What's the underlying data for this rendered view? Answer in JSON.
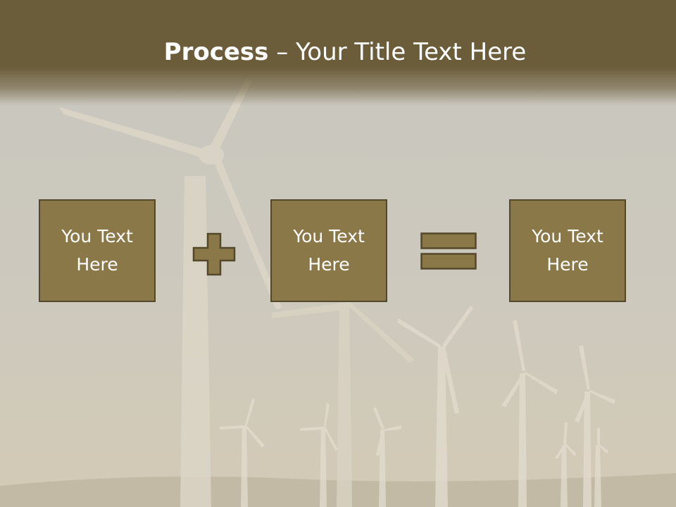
{
  "slide": {
    "title_bold": "Process",
    "title_dash": " – ",
    "title_rest": "Your Title Text Here",
    "boxes": [
      {
        "text": "You Text Here"
      },
      {
        "text": "You Text Here"
      },
      {
        "text": "You Text Here"
      }
    ],
    "operators": [
      "plus-icon",
      "equals-icon"
    ]
  },
  "colors": {
    "title_band": "#6b5c3a",
    "box_fill": "#8b7849",
    "box_border": "#54482a",
    "text": "#ffffff"
  }
}
